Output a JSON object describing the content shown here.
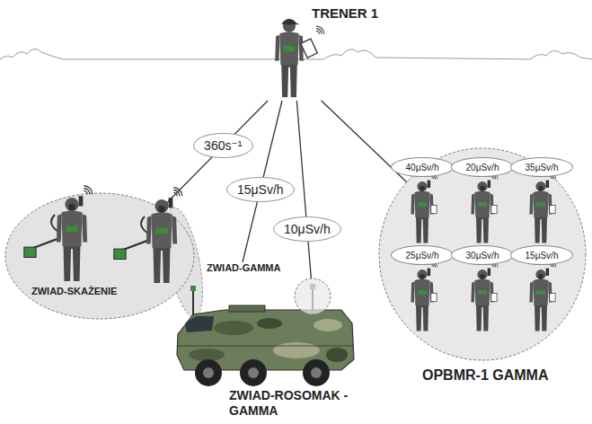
{
  "diagram": {
    "nodes": [
      {
        "text": [
          "TRENER 1"
        ]
      },
      {
        "text": [
          "ZWIAD-SKAŻENIE"
        ]
      },
      {
        "text": [
          "ZWIAD-GAMMA"
        ]
      },
      {
        "text": [
          "ZWIAD-ROSOMAK -GAMMA"
        ]
      },
      {
        "text": [
          "OPBMR-1 GAMMA"
        ]
      },
      {
        "text": [
          "40μSv/h"
        ],
        "in": 4
      },
      {
        "text": [
          "20μSv/h"
        ],
        "in": 4
      },
      {
        "text": [
          "35μSv/h"
        ],
        "in": 4
      },
      {
        "text": [
          "25μSv/h"
        ],
        "in": 4
      },
      {
        "text": [
          "30μSv/h"
        ],
        "in": 4
      },
      {
        "text": [
          "15μSv/h"
        ],
        "in": 4
      }
    ],
    "edges": [
      {
        "from": 0,
        "to": 1,
        "label": "360s⁻¹",
        "arrow": "none"
      },
      {
        "from": 0,
        "to": 2,
        "label": "15μSv/h",
        "arrow": "none"
      },
      {
        "from": 0,
        "to": 3,
        "label": "10μSv/h",
        "arrow": "none"
      },
      {
        "from": 0,
        "to": 4,
        "arrow": "none"
      }
    ]
  }
}
